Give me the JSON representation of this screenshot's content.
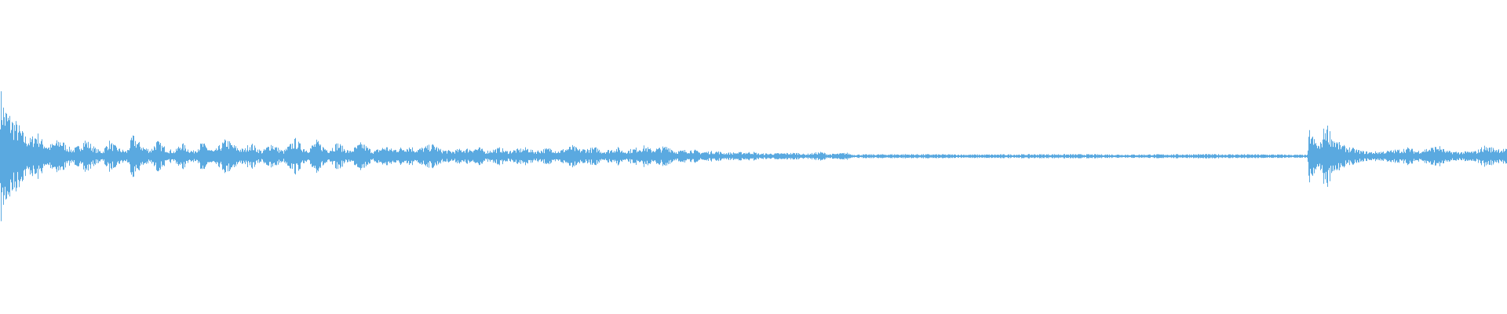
{
  "waveform": {
    "color": "#5aa9e0",
    "background": "#ffffff",
    "envelope": [
      [
        0,
        0.38
      ],
      [
        0.003,
        0.28
      ],
      [
        0.008,
        0.22
      ],
      [
        0.012,
        0.18
      ],
      [
        0.016,
        0.12
      ],
      [
        0.02,
        0.1
      ],
      [
        0.024,
        0.14
      ],
      [
        0.028,
        0.09
      ],
      [
        0.032,
        0.06
      ],
      [
        0.036,
        0.08
      ],
      [
        0.04,
        0.1
      ],
      [
        0.044,
        0.06
      ],
      [
        0.048,
        0.04
      ],
      [
        0.052,
        0.06
      ],
      [
        0.056,
        0.1
      ],
      [
        0.06,
        0.07
      ],
      [
        0.064,
        0.04
      ],
      [
        0.068,
        0.03
      ],
      [
        0.072,
        0.09
      ],
      [
        0.076,
        0.06
      ],
      [
        0.08,
        0.04
      ],
      [
        0.084,
        0.03
      ],
      [
        0.088,
        0.12
      ],
      [
        0.092,
        0.08
      ],
      [
        0.096,
        0.05
      ],
      [
        0.1,
        0.04
      ],
      [
        0.104,
        0.09
      ],
      [
        0.108,
        0.06
      ],
      [
        0.112,
        0.04
      ],
      [
        0.116,
        0.03
      ],
      [
        0.12,
        0.08
      ],
      [
        0.124,
        0.05
      ],
      [
        0.128,
        0.03
      ],
      [
        0.134,
        0.08
      ],
      [
        0.138,
        0.05
      ],
      [
        0.142,
        0.03
      ],
      [
        0.15,
        0.1
      ],
      [
        0.154,
        0.07
      ],
      [
        0.158,
        0.05
      ],
      [
        0.162,
        0.04
      ],
      [
        0.166,
        0.08
      ],
      [
        0.17,
        0.05
      ],
      [
        0.174,
        0.03
      ],
      [
        0.18,
        0.08
      ],
      [
        0.184,
        0.05
      ],
      [
        0.188,
        0.03
      ],
      [
        0.196,
        0.1
      ],
      [
        0.2,
        0.06
      ],
      [
        0.204,
        0.04
      ],
      [
        0.21,
        0.09
      ],
      [
        0.214,
        0.06
      ],
      [
        0.218,
        0.04
      ],
      [
        0.224,
        0.08
      ],
      [
        0.228,
        0.05
      ],
      [
        0.232,
        0.03
      ],
      [
        0.24,
        0.08
      ],
      [
        0.244,
        0.05
      ],
      [
        0.248,
        0.03
      ],
      [
        0.256,
        0.06
      ],
      [
        0.26,
        0.04
      ],
      [
        0.272,
        0.06
      ],
      [
        0.276,
        0.04
      ],
      [
        0.288,
        0.07
      ],
      [
        0.292,
        0.04
      ],
      [
        0.3,
        0.03
      ],
      [
        0.304,
        0.04
      ],
      [
        0.318,
        0.05
      ],
      [
        0.322,
        0.03
      ],
      [
        0.332,
        0.05
      ],
      [
        0.336,
        0.03
      ],
      [
        0.35,
        0.05
      ],
      [
        0.354,
        0.03
      ],
      [
        0.366,
        0.05
      ],
      [
        0.37,
        0.03
      ],
      [
        0.38,
        0.06
      ],
      [
        0.384,
        0.04
      ],
      [
        0.396,
        0.05
      ],
      [
        0.4,
        0.03
      ],
      [
        0.41,
        0.05
      ],
      [
        0.414,
        0.03
      ],
      [
        0.428,
        0.06
      ],
      [
        0.432,
        0.04
      ],
      [
        0.444,
        0.06
      ],
      [
        0.448,
        0.03
      ],
      [
        0.46,
        0.04
      ],
      [
        0.464,
        0.025
      ],
      [
        0.476,
        0.03
      ],
      [
        0.48,
        0.02
      ],
      [
        0.5,
        0.025
      ],
      [
        0.504,
        0.015
      ],
      [
        0.53,
        0.02
      ],
      [
        0.534,
        0.012
      ],
      [
        0.545,
        0.025
      ],
      [
        0.55,
        0.012
      ],
      [
        0.562,
        0.02
      ],
      [
        0.566,
        0.01
      ],
      [
        0.6,
        0.012
      ],
      [
        0.65,
        0.01
      ],
      [
        0.7,
        0.012
      ],
      [
        0.75,
        0.01
      ],
      [
        0.8,
        0.012
      ],
      [
        0.85,
        0.01
      ],
      [
        0.868,
        0.008
      ],
      [
        0.869,
        0.16
      ],
      [
        0.872,
        0.1
      ],
      [
        0.876,
        0.06
      ],
      [
        0.88,
        0.2
      ],
      [
        0.884,
        0.12
      ],
      [
        0.888,
        0.08
      ],
      [
        0.892,
        0.06
      ],
      [
        0.896,
        0.05
      ],
      [
        0.9,
        0.04
      ],
      [
        0.904,
        0.03
      ],
      [
        0.91,
        0.025
      ],
      [
        0.92,
        0.03
      ],
      [
        0.93,
        0.04
      ],
      [
        0.935,
        0.05
      ],
      [
        0.94,
        0.03
      ],
      [
        0.955,
        0.06
      ],
      [
        0.96,
        0.03
      ],
      [
        0.97,
        0.025
      ],
      [
        0.98,
        0.03
      ],
      [
        0.985,
        0.06
      ],
      [
        0.99,
        0.05
      ],
      [
        1.0,
        0.04
      ]
    ]
  }
}
